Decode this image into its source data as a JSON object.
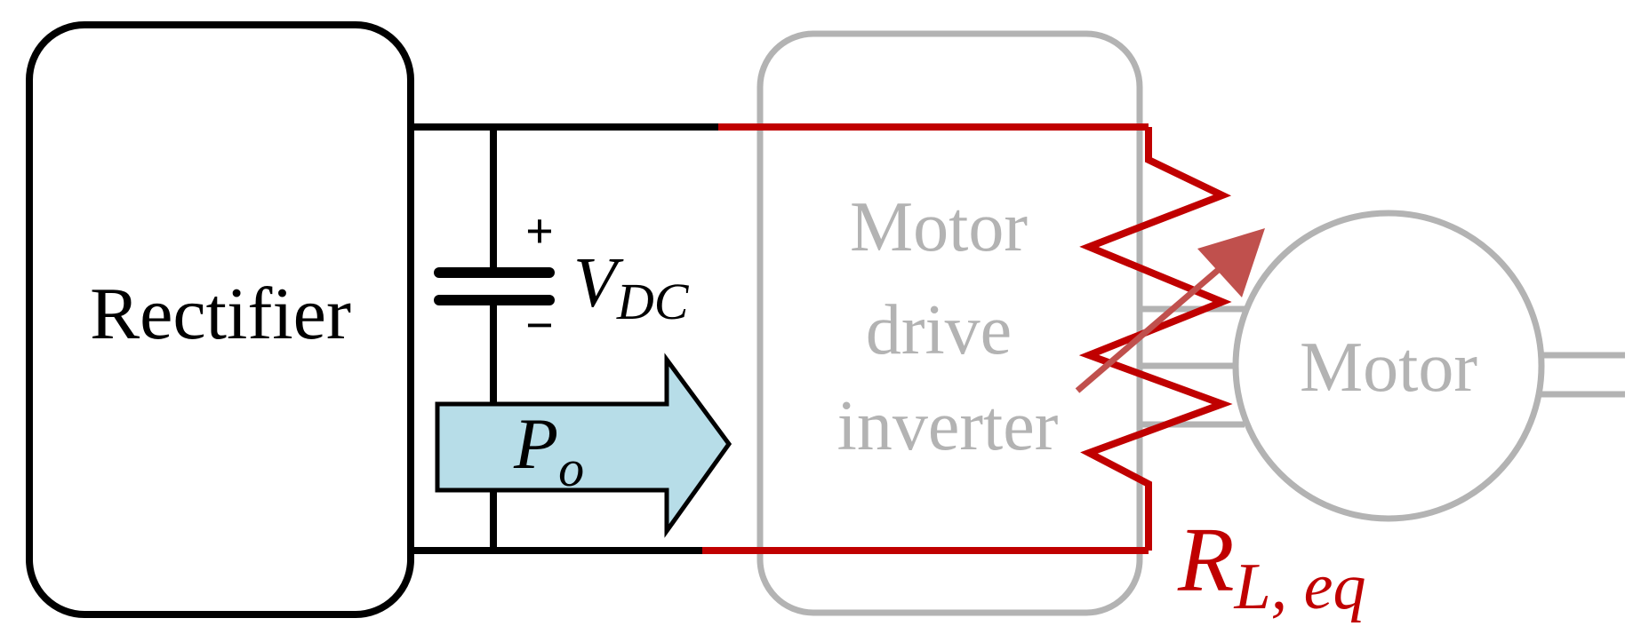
{
  "blocks": {
    "rectifier": {
      "label": "Rectifier"
    },
    "inverter": {
      "lines": [
        "Motor",
        "drive",
        "inverter"
      ]
    },
    "motor": {
      "label": "Motor"
    }
  },
  "capacitor": {
    "plus": "+",
    "minus": "−",
    "voltage_main": "V",
    "voltage_sub": "DC"
  },
  "power_arrow": {
    "main": "P",
    "sub": "o"
  },
  "load": {
    "main": "R",
    "sub": "L, eq"
  },
  "colors": {
    "wire": "#000000",
    "faded": "#b3b3b3",
    "load_red": "#c00000",
    "arrow_red": "#c0504d",
    "power_arrow_fill": "#b7dde8"
  }
}
